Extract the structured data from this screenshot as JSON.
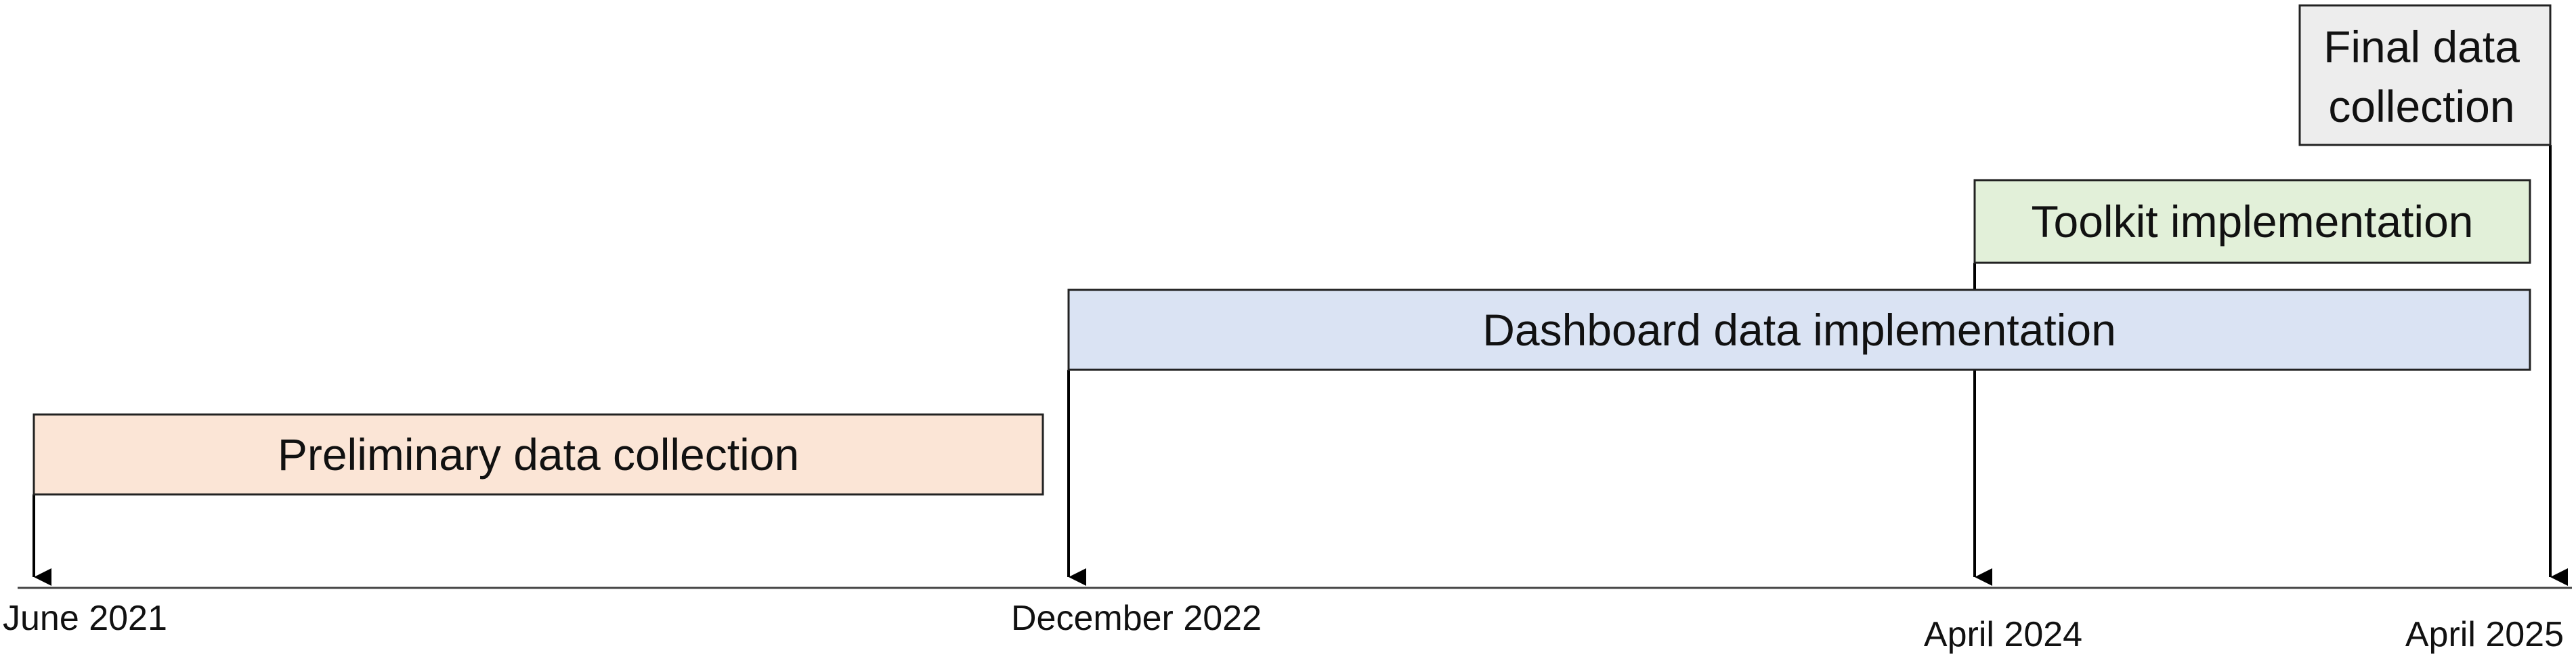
{
  "timeline": {
    "dates": [
      {
        "id": "june-2021",
        "label": "June 2021"
      },
      {
        "id": "december-2022",
        "label": "December 2022"
      },
      {
        "id": "april-2024",
        "label": "April 2024"
      },
      {
        "id": "april-2025",
        "label": "April 2025"
      }
    ],
    "phases": [
      {
        "id": "preliminary",
        "lines": [
          "Preliminary data collection"
        ],
        "fill": "#fbe5d6",
        "start": "June 2021",
        "end": "December 2022"
      },
      {
        "id": "dashboard",
        "lines": [
          "Dashboard data implementation"
        ],
        "fill": "#dae3f3",
        "start": "December 2022",
        "end": "April 2025"
      },
      {
        "id": "toolkit",
        "lines": [
          "Toolkit implementation"
        ],
        "fill": "#e2f0d9",
        "start": "April 2024",
        "end": "April 2025"
      },
      {
        "id": "final",
        "lines": [
          "Final data",
          "collection"
        ],
        "fill": "#ededed",
        "start": "April 2025",
        "end": "April 2025"
      }
    ]
  },
  "colors": {
    "line": "#000000",
    "axis": "#444444",
    "text": "#111111"
  }
}
